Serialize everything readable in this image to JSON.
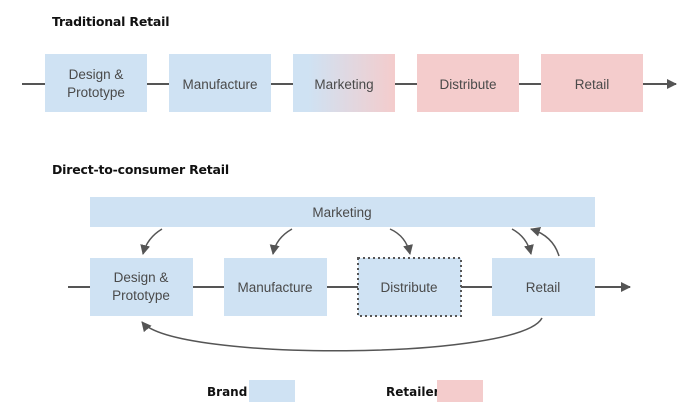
{
  "colors": {
    "brand": "#cfe2f3",
    "retailer": "#f4cccc",
    "line": "#555555",
    "text": "#4a4a4a"
  },
  "traditional": {
    "title": "Traditional Retail",
    "steps": [
      "Design & Prototype",
      "Manufacture",
      "Marketing",
      "Distribute",
      "Retail"
    ]
  },
  "dtc": {
    "title": "Direct-to-consumer Retail",
    "marketing": "Marketing",
    "steps": [
      "Design & Prototype",
      "Manufacture",
      "Distribute",
      "Retail"
    ]
  },
  "legend": {
    "brand": "Brand",
    "retailer": "Retailer"
  }
}
